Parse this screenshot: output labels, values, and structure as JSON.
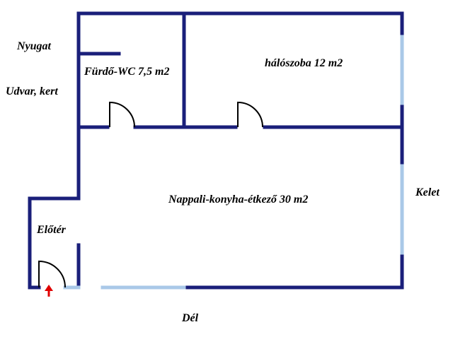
{
  "colors": {
    "wall": "#1a1f7a",
    "window": "#a9c8e8",
    "entrance_arrow": "#e00000",
    "text": "#000000",
    "background": "#ffffff"
  },
  "directions": {
    "west": "Nyugat",
    "east": "Kelet",
    "south": "Dél"
  },
  "outside": {
    "yard": "Udvar, kert"
  },
  "rooms": {
    "bathroom": "Fürdő-WC 7,5 m2",
    "bedroom": "hálószoba 12 m2",
    "living": "Nappali-konyha-étkező 30 m2",
    "hall": "Előtér"
  },
  "icons": {
    "entrance": "arrow-up-icon",
    "door": "door-swing-icon"
  }
}
